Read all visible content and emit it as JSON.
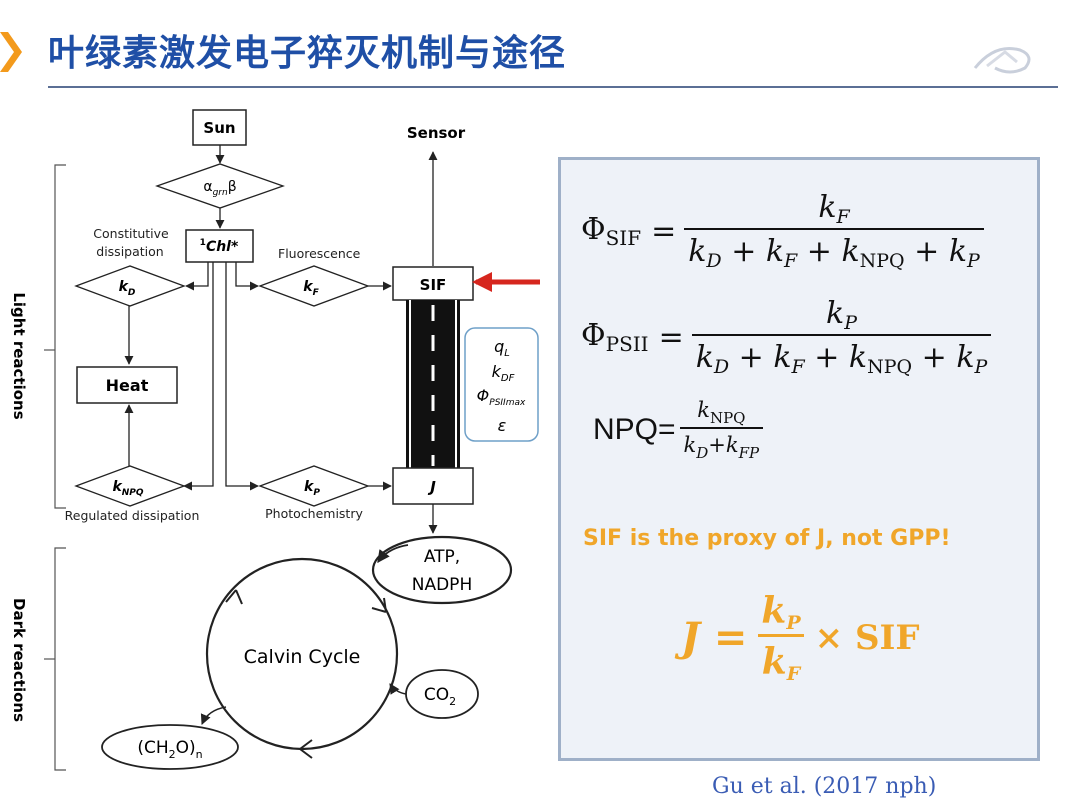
{
  "slide": {
    "title": "叶绿素激发电子猝灭机制与途径",
    "citation": "Gu et al. (2017 nph)"
  },
  "colors": {
    "title": "#1f4fa6",
    "chevron": "#f39a1c",
    "highlight": "#f0a62a",
    "arrow_red": "#d6261e",
    "panel_border": "#9fb0c8",
    "panel_fill": "#eef2f8",
    "param_box_border": "#6fa0c8"
  },
  "diagram": {
    "side_labels": {
      "light": "Light reactions",
      "dark": "Dark reactions"
    },
    "nodes": {
      "sun": "Sun",
      "alpha_main": "α",
      "alpha_sub": "grn",
      "beta": "β",
      "chl_super": "1",
      "chl_main": "Chl*",
      "sensor": "Sensor",
      "sif": "SIF",
      "j": "J",
      "heat": "Heat",
      "kd_main": "k",
      "kd_sub": "D",
      "kf_main": "k",
      "kf_sub": "F",
      "knpq_main": "k",
      "knpq_sub": "NPQ",
      "kp_main": "k",
      "kp_sub": "P",
      "atp": "ATP,",
      "nadph": "NADPH",
      "calvin": "Calvin Cycle",
      "co2_main": "CO",
      "co2_sub": "2",
      "ch2o_a": "(CH",
      "ch2o_sub2": "2",
      "ch2o_b": "O)",
      "ch2o_subn": "n"
    },
    "annotations": {
      "constitutive_line1": "Constitutive",
      "constitutive_line2": "dissipation",
      "fluorescence": "Fluorescence",
      "regulated": "Regulated dissipation",
      "photochemistry": "Photochemistry"
    },
    "params": {
      "ql_main": "q",
      "ql_sub": "L",
      "kdf_main": "k",
      "kdf_sub": "DF",
      "phi_main": "Φ",
      "phi_sub": "PSIImax",
      "epsilon": "ε"
    }
  },
  "equations": {
    "phi_sif": {
      "lhs_main": "Φ",
      "lhs_sub": "SIF",
      "eq": "=",
      "num_main": "k",
      "num_sub": "F",
      "den_1": "k",
      "den_1_sub": "D",
      "den_2": " + k",
      "den_2_sub": "F",
      "den_3": " + k",
      "den_3_sub": "NPQ",
      "den_4": " + k",
      "den_4_sub": "P"
    },
    "phi_psii": {
      "lhs_main": "Φ",
      "lhs_sub": "PSII",
      "eq": "=",
      "num_main": "k",
      "num_sub": "P",
      "den_1": "k",
      "den_1_sub": "D",
      "den_2": " + k",
      "den_2_sub": "F",
      "den_3": " + k",
      "den_3_sub": "NPQ",
      "den_4": " + k",
      "den_4_sub": "P"
    },
    "npq": {
      "lhs": "NPQ=",
      "num_main": "k",
      "num_sub": "NPQ",
      "den_1": "k",
      "den_1_sub": "D",
      "den_2": "+k",
      "den_2_sub": "FP"
    },
    "highlight": "SIF is the proxy of J, not GPP!",
    "j_eq": {
      "lhs": "J =",
      "num_main": "k",
      "num_sub": "P",
      "den_main": "k",
      "den_sub": "F",
      "rest": "× SIF"
    }
  }
}
